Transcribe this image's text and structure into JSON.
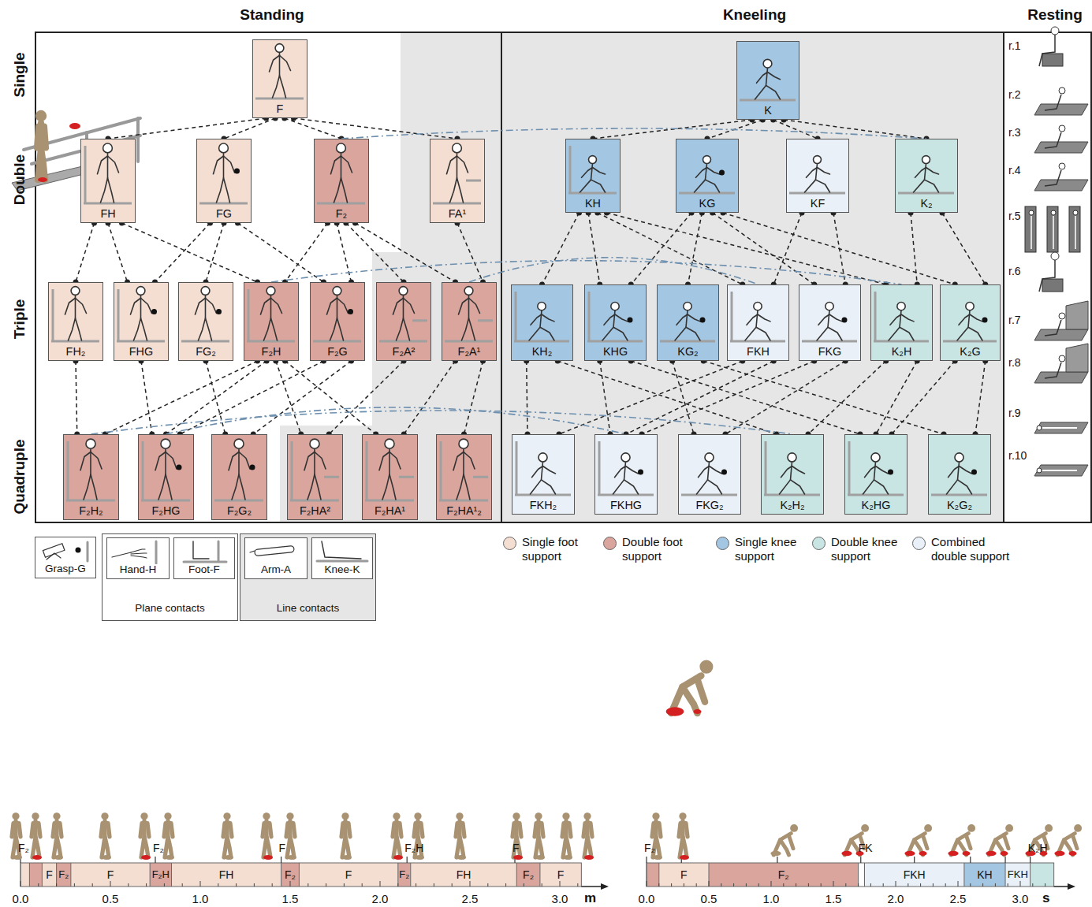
{
  "diagram": {
    "nodes": [
      {
        "text": [
          "F"
        ]
      },
      {
        "text": [
          "K"
        ]
      },
      {
        "text": [
          "FH"
        ]
      },
      {
        "text": [
          "FG"
        ]
      },
      {
        "text": [
          "F₂"
        ]
      },
      {
        "text": [
          "FA¹"
        ]
      },
      {
        "text": [
          "KH"
        ]
      },
      {
        "text": [
          "KG"
        ]
      },
      {
        "text": [
          "KF"
        ]
      },
      {
        "text": [
          "K₂"
        ]
      },
      {
        "text": [
          "FH₂"
        ]
      },
      {
        "text": [
          "FHG"
        ]
      },
      {
        "text": [
          "FG₂"
        ]
      },
      {
        "text": [
          "F₂H"
        ]
      },
      {
        "text": [
          "F₂G"
        ]
      },
      {
        "text": [
          "F₂A²"
        ]
      },
      {
        "text": [
          "F₂A¹"
        ]
      },
      {
        "text": [
          "KH₂"
        ]
      },
      {
        "text": [
          "KHG"
        ]
      },
      {
        "text": [
          "KG₂"
        ]
      },
      {
        "text": [
          "FKH"
        ]
      },
      {
        "text": [
          "FKG"
        ]
      },
      {
        "text": [
          "K₂H"
        ]
      },
      {
        "text": [
          "K₂G"
        ]
      },
      {
        "text": [
          "F₂H₂"
        ]
      },
      {
        "text": [
          "F₂HG"
        ]
      },
      {
        "text": [
          "F₂G₂"
        ]
      },
      {
        "text": [
          "F₂HA²"
        ]
      },
      {
        "text": [
          "F₂HA¹"
        ]
      },
      {
        "text": [
          "F₂HA¹₂"
        ]
      },
      {
        "text": [
          "FKH₂"
        ]
      },
      {
        "text": [
          "FKHG"
        ]
      },
      {
        "text": [
          "FKG₂"
        ]
      },
      {
        "text": [
          "K₂H₂"
        ]
      },
      {
        "text": [
          "K₂HG"
        ]
      },
      {
        "text": [
          "K₂G₂"
        ]
      },
      {
        "text": [
          "Grasp-G"
        ]
      },
      {
        "text": [
          "Plane contacts"
        ]
      },
      {
        "text": [
          "Hand-H"
        ],
        "in": 37
      },
      {
        "text": [
          "Foot-F"
        ],
        "in": 37
      },
      {
        "text": [
          "Line contacts"
        ]
      },
      {
        "text": [
          "Arm-A"
        ],
        "in": 40
      },
      {
        "text": [
          "Knee-K"
        ],
        "in": 40
      }
    ],
    "edges": [
      {
        "from": 0,
        "to": 2,
        "arrow": "none"
      },
      {
        "from": 0,
        "to": 3,
        "arrow": "none"
      },
      {
        "from": 0,
        "to": 4,
        "arrow": "none"
      },
      {
        "from": 0,
        "to": 5,
        "arrow": "none"
      },
      {
        "from": 1,
        "to": 6,
        "arrow": "none"
      },
      {
        "from": 1,
        "to": 7,
        "arrow": "none"
      },
      {
        "from": 1,
        "to": 8,
        "arrow": "none"
      },
      {
        "from": 1,
        "to": 9,
        "arrow": "none"
      },
      {
        "from": 2,
        "to": 10,
        "arrow": "none"
      },
      {
        "from": 2,
        "to": 11,
        "arrow": "none"
      },
      {
        "from": 2,
        "to": 13,
        "arrow": "none"
      },
      {
        "from": 3,
        "to": 11,
        "arrow": "none"
      },
      {
        "from": 3,
        "to": 12,
        "arrow": "none"
      },
      {
        "from": 3,
        "to": 14,
        "arrow": "none"
      },
      {
        "from": 4,
        "to": 13,
        "arrow": "none"
      },
      {
        "from": 4,
        "to": 14,
        "arrow": "none"
      },
      {
        "from": 4,
        "to": 15,
        "arrow": "none"
      },
      {
        "from": 4,
        "to": 16,
        "arrow": "none"
      },
      {
        "from": 5,
        "to": 16,
        "arrow": "none"
      },
      {
        "from": 6,
        "to": 17,
        "arrow": "none"
      },
      {
        "from": 6,
        "to": 18,
        "arrow": "none"
      },
      {
        "from": 6,
        "to": 20,
        "arrow": "none"
      },
      {
        "from": 6,
        "to": 22,
        "arrow": "none"
      },
      {
        "from": 7,
        "to": 18,
        "arrow": "none"
      },
      {
        "from": 7,
        "to": 19,
        "arrow": "none"
      },
      {
        "from": 7,
        "to": 21,
        "arrow": "none"
      },
      {
        "from": 7,
        "to": 23,
        "arrow": "none"
      },
      {
        "from": 8,
        "to": 20,
        "arrow": "none"
      },
      {
        "from": 8,
        "to": 21,
        "arrow": "none"
      },
      {
        "from": 9,
        "to": 22,
        "arrow": "none"
      },
      {
        "from": 9,
        "to": 23,
        "arrow": "none"
      },
      {
        "from": 10,
        "to": 24,
        "arrow": "none"
      },
      {
        "from": 11,
        "to": 25,
        "arrow": "none"
      },
      {
        "from": 12,
        "to": 26,
        "arrow": "none"
      },
      {
        "from": 13,
        "to": 24,
        "arrow": "none"
      },
      {
        "from": 13,
        "to": 25,
        "arrow": "none"
      },
      {
        "from": 13,
        "to": 27,
        "arrow": "none"
      },
      {
        "from": 13,
        "to": 28,
        "arrow": "none"
      },
      {
        "from": 14,
        "to": 25,
        "arrow": "none"
      },
      {
        "from": 14,
        "to": 26,
        "arrow": "none"
      },
      {
        "from": 15,
        "to": 27,
        "arrow": "none"
      },
      {
        "from": 16,
        "to": 28,
        "arrow": "none"
      },
      {
        "from": 16,
        "to": 29,
        "arrow": "none"
      },
      {
        "from": 17,
        "to": 30,
        "arrow": "none"
      },
      {
        "from": 17,
        "to": 33,
        "arrow": "none"
      },
      {
        "from": 18,
        "to": 31,
        "arrow": "none"
      },
      {
        "from": 18,
        "to": 34,
        "arrow": "none"
      },
      {
        "from": 19,
        "to": 32,
        "arrow": "none"
      },
      {
        "from": 19,
        "to": 35,
        "arrow": "none"
      },
      {
        "from": 20,
        "to": 30,
        "arrow": "none"
      },
      {
        "from": 20,
        "to": 31,
        "arrow": "none"
      },
      {
        "from": 21,
        "to": 31,
        "arrow": "none"
      },
      {
        "from": 21,
        "to": 32,
        "arrow": "none"
      },
      {
        "from": 22,
        "to": 33,
        "arrow": "none"
      },
      {
        "from": 22,
        "to": 34,
        "arrow": "none"
      },
      {
        "from": 23,
        "to": 34,
        "arrow": "none"
      },
      {
        "from": 23,
        "to": 35,
        "arrow": "none"
      },
      {
        "from": 4,
        "to": 9,
        "arrow": "none"
      },
      {
        "from": 13,
        "to": 22,
        "arrow": "none"
      },
      {
        "from": 16,
        "to": 20,
        "arrow": "none"
      },
      {
        "from": 24,
        "to": 33,
        "arrow": "none"
      },
      {
        "from": 25,
        "to": 31,
        "arrow": "none"
      }
    ],
    "labels": [
      "Standing",
      "Kneeling",
      "Resting",
      "Single",
      "Double",
      "Triple",
      "Quadruple",
      "r.1",
      "r.2",
      "r.3",
      "r.4",
      "r.5",
      "r.6",
      "r.7",
      "r.8",
      "r.9",
      "r.10",
      "F₂",
      "F₂",
      "F",
      "F₂H",
      "F",
      "F",
      "F₂",
      "F",
      "F₂H",
      "FH",
      "F₂",
      "F",
      "F₂",
      "FH",
      "F₂",
      "F",
      "0.0",
      "0.5",
      "1.0",
      "1.5",
      "2.0",
      "2.5",
      "3.0",
      "m",
      "F₂",
      "FK",
      "K₂H",
      "F",
      "F₂",
      "FKH",
      "KH",
      "FKH",
      "0.0",
      "0.5",
      "1.0",
      "1.5",
      "2.0",
      "2.5",
      "3.0",
      "s"
    ],
    "legend": [
      {
        "text": "Single foot support",
        "color": "#f4ddd1"
      },
      {
        "text": "Double foot support",
        "color": "#d9a59c"
      },
      {
        "text": "Single knee support",
        "color": "#a3c7e3"
      },
      {
        "text": "Double knee support",
        "color": "#c8e5e3"
      },
      {
        "text": "Combined double support",
        "color": "#e9f0f7"
      }
    ]
  }
}
